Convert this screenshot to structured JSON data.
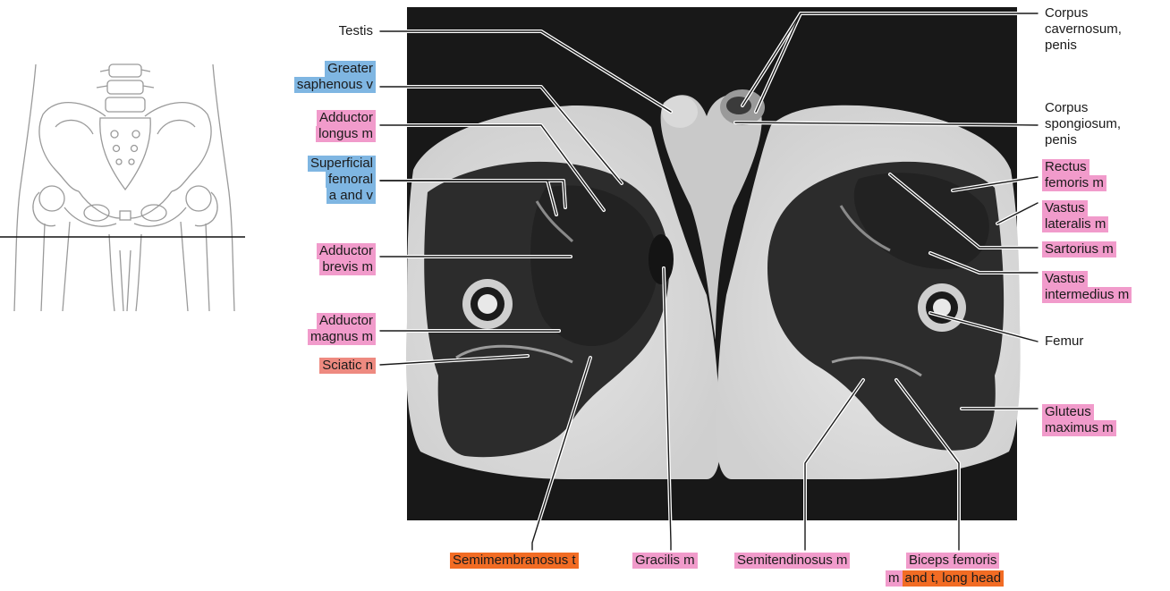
{
  "colors": {
    "muscle": "#f19bcb",
    "vessel": "#7fb6e2",
    "nerve": "#ee8a80",
    "tendon": "#f26c24",
    "leader_line": "#1a1a1a",
    "mri_background": "#181818"
  },
  "icons": {
    "pelvis_diagram": "pelvis-skeleton-line-drawing",
    "mri_image": "axial-mri-thigh-section"
  },
  "labels_left": {
    "testis": "Testis",
    "greater_saphenous_1": "Greater",
    "greater_saphenous_2": "saphenous v",
    "adductor_longus_1": "Adductor",
    "adductor_longus_2": "longus m",
    "superficial_femoral_1": "Superficial",
    "superficial_femoral_2": "femoral",
    "superficial_femoral_3": "a and v",
    "adductor_brevis_1": "Adductor",
    "adductor_brevis_2": "brevis m",
    "adductor_magnus_1": "Adductor",
    "adductor_magnus_2": "magnus m",
    "sciatic": "Sciatic n"
  },
  "labels_right": {
    "corpus_cavernosum_1": "Corpus",
    "corpus_cavernosum_2": "cavernosum,",
    "corpus_cavernosum_3": "penis",
    "corpus_spongiosum_1": "Corpus",
    "corpus_spongiosum_2": "spongiosum,",
    "corpus_spongiosum_3": "penis",
    "rectus_femoris_1": "Rectus",
    "rectus_femoris_2": "femoris m",
    "vastus_lateralis_1": "Vastus",
    "vastus_lateralis_2": "lateralis m",
    "sartorius": "Sartorius m",
    "vastus_intermedius_1": "Vastus",
    "vastus_intermedius_2": "intermedius m",
    "femur": "Femur",
    "gluteus_maximus_1": "Gluteus",
    "gluteus_maximus_2": "maximus m"
  },
  "labels_bottom": {
    "semimembranosus": "Semimembranosus t",
    "gracilis": "Gracilis m",
    "semitendinosus": "Semitendinosus m",
    "biceps_femoris_1": "Biceps femoris",
    "biceps_femoris_2a": "m",
    "biceps_femoris_2b": "and t, long head"
  }
}
